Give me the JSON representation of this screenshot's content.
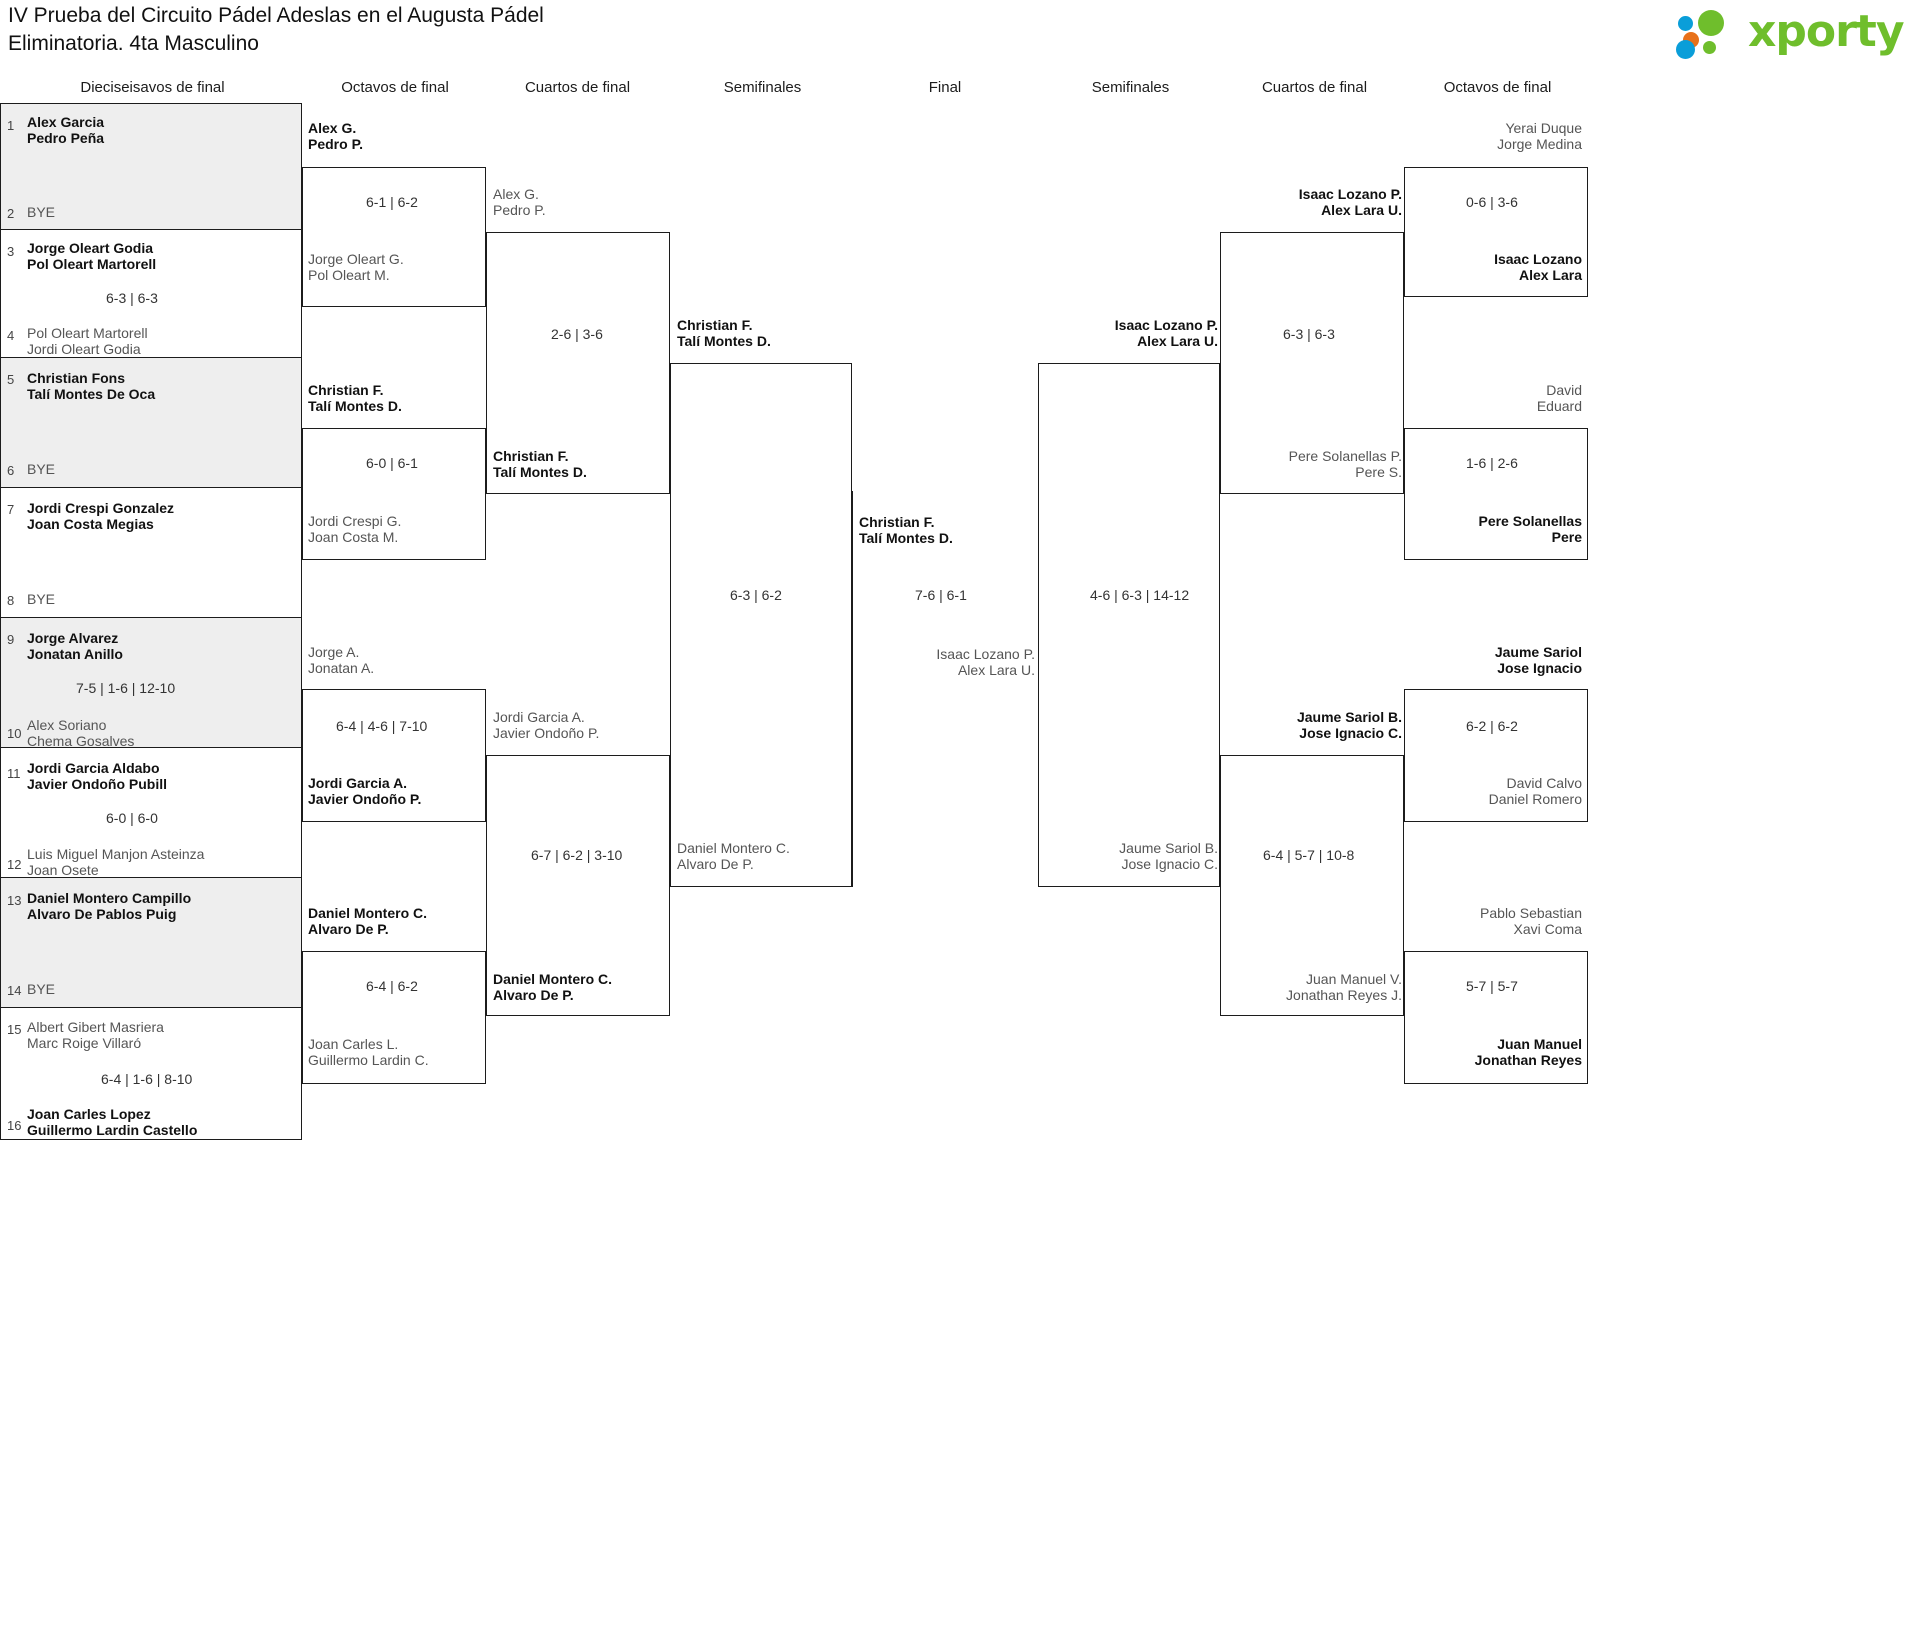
{
  "header": {
    "title_line1": "IV Prueba del Circuito Pádel Adeslas en el Augusta Pádel",
    "title_line2": "Eliminatoria. 4ta Masculino",
    "logo_text": "xporty",
    "logo_colors": {
      "green": "#6fbe2c",
      "blue": "#0a9ed9",
      "orange": "#e8711a"
    }
  },
  "round_headers": {
    "left": [
      "Dieciseisavos de final",
      "Octavos de final",
      "Cuartos de final",
      "Semifinales"
    ],
    "center": "Final",
    "right": [
      "Semifinales",
      "Cuartos de final",
      "Octavos de final"
    ]
  },
  "chart_data": {
    "type": "bracket",
    "title": "IV Prueba del Circuito Pádel Adeslas en el Augusta Pádel — Eliminatoria. 4ta Masculino",
    "rounds_left": [
      "Dieciseisavos de final",
      "Octavos de final",
      "Cuartos de final",
      "Semifinales"
    ],
    "final_round": "Final",
    "rounds_right": [
      "Semifinales",
      "Cuartos de final",
      "Octavos de final"
    ],
    "champion": {
      "p1": "Christian F.",
      "p2": "Talí Montes D.",
      "final_score": "7-6 | 6-1"
    }
  },
  "round32": [
    {
      "num": "1",
      "p1": "Alex Garcia",
      "p2": "Pedro Peña",
      "winner": true
    },
    {
      "num": "2",
      "p1": "BYE",
      "p2": "",
      "winner": false
    },
    {
      "num": "3",
      "p1": "Jorge Oleart Godia",
      "p2": "Pol Oleart Martorell",
      "winner": true
    },
    {
      "num": "4",
      "p1": "Pol Oleart Martorell",
      "p2": "Jordi Oleart Godia",
      "winner": false
    },
    {
      "num": "5",
      "p1": "Christian Fons",
      "p2": "Talí Montes De Oca",
      "winner": true
    },
    {
      "num": "6",
      "p1": "BYE",
      "p2": "",
      "winner": false
    },
    {
      "num": "7",
      "p1": "Jordi Crespi Gonzalez",
      "p2": "Joan Costa Megias",
      "winner": true
    },
    {
      "num": "8",
      "p1": "BYE",
      "p2": "",
      "winner": false
    },
    {
      "num": "9",
      "p1": "Jorge Alvarez",
      "p2": "Jonatan Anillo",
      "winner": true
    },
    {
      "num": "10",
      "p1": "Alex Soriano",
      "p2": "Chema Gosalves",
      "winner": false
    },
    {
      "num": "11",
      "p1": "Jordi Garcia Aldabo",
      "p2": "Javier Ondoño Pubill",
      "winner": true
    },
    {
      "num": "12",
      "p1": "Luis Miguel Manjon Asteinza",
      "p2": "Joan Osete",
      "winner": false
    },
    {
      "num": "13",
      "p1": "Daniel Montero Campillo",
      "p2": "Alvaro De Pablos Puig",
      "winner": true
    },
    {
      "num": "14",
      "p1": "BYE",
      "p2": "",
      "winner": false
    },
    {
      "num": "15",
      "p1": "Albert Gibert Masriera",
      "p2": "Marc Roige Villaró",
      "winner": false
    },
    {
      "num": "16",
      "p1": "Joan Carles Lopez",
      "p2": "Guillermo Lardin Castello",
      "winner": true
    }
  ],
  "round32_scores": [
    "",
    "6-3 | 6-3",
    "",
    "",
    "7-5 | 1-6 | 12-10",
    "6-0 | 6-0",
    "",
    "6-4 | 1-6 | 8-10"
  ],
  "left_r16": [
    {
      "p1": "Alex G.",
      "p2": "Pedro P.",
      "winner": true,
      "score": "6-1 | 6-2"
    },
    {
      "p1": "Jorge Oleart G.",
      "p2": "Pol Oleart M.",
      "winner": false,
      "score": ""
    },
    {
      "p1": "Christian F.",
      "p2": "Talí Montes D.",
      "winner": true,
      "score": "6-0 | 6-1"
    },
    {
      "p1": "Jordi Crespi G.",
      "p2": "Joan Costa M.",
      "winner": false,
      "score": ""
    },
    {
      "p1": "Jorge A.",
      "p2": "Jonatan A.",
      "winner": false,
      "score": "6-4 | 4-6 | 7-10"
    },
    {
      "p1": "Jordi Garcia A.",
      "p2": "Javier Ondoño P.",
      "winner": true,
      "score": ""
    },
    {
      "p1": "Daniel Montero C.",
      "p2": "Alvaro De P.",
      "winner": true,
      "score": "6-4 | 6-2"
    },
    {
      "p1": "Joan Carles L.",
      "p2": "Guillermo Lardin C.",
      "winner": false,
      "score": ""
    }
  ],
  "left_qf": [
    {
      "p1": "Alex G.",
      "p2": "Pedro P.",
      "winner": false,
      "score": "2-6 | 3-6"
    },
    {
      "p1": "Christian F.",
      "p2": "Talí Montes D.",
      "winner": true,
      "score": ""
    },
    {
      "p1": "Jordi Garcia A.",
      "p2": "Javier Ondoño P.",
      "winner": false,
      "score": "6-7 | 6-2 | 3-10"
    },
    {
      "p1": "Daniel Montero C.",
      "p2": "Alvaro De P.",
      "winner": true,
      "score": ""
    }
  ],
  "left_sf": [
    {
      "p1": "Christian F.",
      "p2": "Talí Montes D.",
      "winner": true,
      "score": "6-3 | 6-2"
    },
    {
      "p1": "Daniel Montero C.",
      "p2": "Alvaro De P.",
      "winner": false,
      "score": ""
    }
  ],
  "final": {
    "p1": "Christian F.",
    "p2": "Talí Montes D.",
    "score": "7-6 | 6-1",
    "loser_p1": "Isaac Lozano P.",
    "loser_p2": "Alex Lara U."
  },
  "right_sf": [
    {
      "p1": "Isaac Lozano P.",
      "p2": "Alex Lara U.",
      "winner": true,
      "score": "4-6 | 6-3 | 14-12"
    },
    {
      "p1": "Jaume Sariol B.",
      "p2": "Jose Ignacio C.",
      "winner": false,
      "score": ""
    }
  ],
  "right_qf": [
    {
      "p1": "Isaac Lozano P.",
      "p2": "Alex Lara U.",
      "winner": true,
      "score": "6-3 | 6-3"
    },
    {
      "p1": "Pere Solanellas P.",
      "p2": "Pere S.",
      "winner": false,
      "score": ""
    },
    {
      "p1": "Jaume Sariol B.",
      "p2": "Jose Ignacio C.",
      "winner": true,
      "score": "6-4 | 5-7 | 10-8"
    },
    {
      "p1": "Juan Manuel V.",
      "p2": "Jonathan Reyes J.",
      "winner": false,
      "score": ""
    }
  ],
  "right_r16": [
    {
      "p1": "Yerai Duque",
      "p2": "Jorge Medina",
      "winner": false,
      "score": "0-6 | 3-6"
    },
    {
      "p1": "Isaac Lozano",
      "p2": "Alex Lara",
      "winner": true,
      "score": ""
    },
    {
      "p1": "David",
      "p2": "Eduard",
      "winner": false,
      "score": "1-6 | 2-6"
    },
    {
      "p1": "Pere Solanellas",
      "p2": "Pere",
      "winner": true,
      "score": ""
    },
    {
      "p1": "Jaume Sariol",
      "p2": "Jose Ignacio",
      "winner": true,
      "score": "6-2 | 6-2"
    },
    {
      "p1": "David Calvo",
      "p2": "Daniel Romero",
      "winner": false,
      "score": ""
    },
    {
      "p1": "Pablo Sebastian",
      "p2": "Xavi Coma",
      "winner": false,
      "score": "5-7 | 5-7"
    },
    {
      "p1": "Juan Manuel",
      "p2": "Jonathan Reyes",
      "winner": true,
      "score": ""
    }
  ]
}
